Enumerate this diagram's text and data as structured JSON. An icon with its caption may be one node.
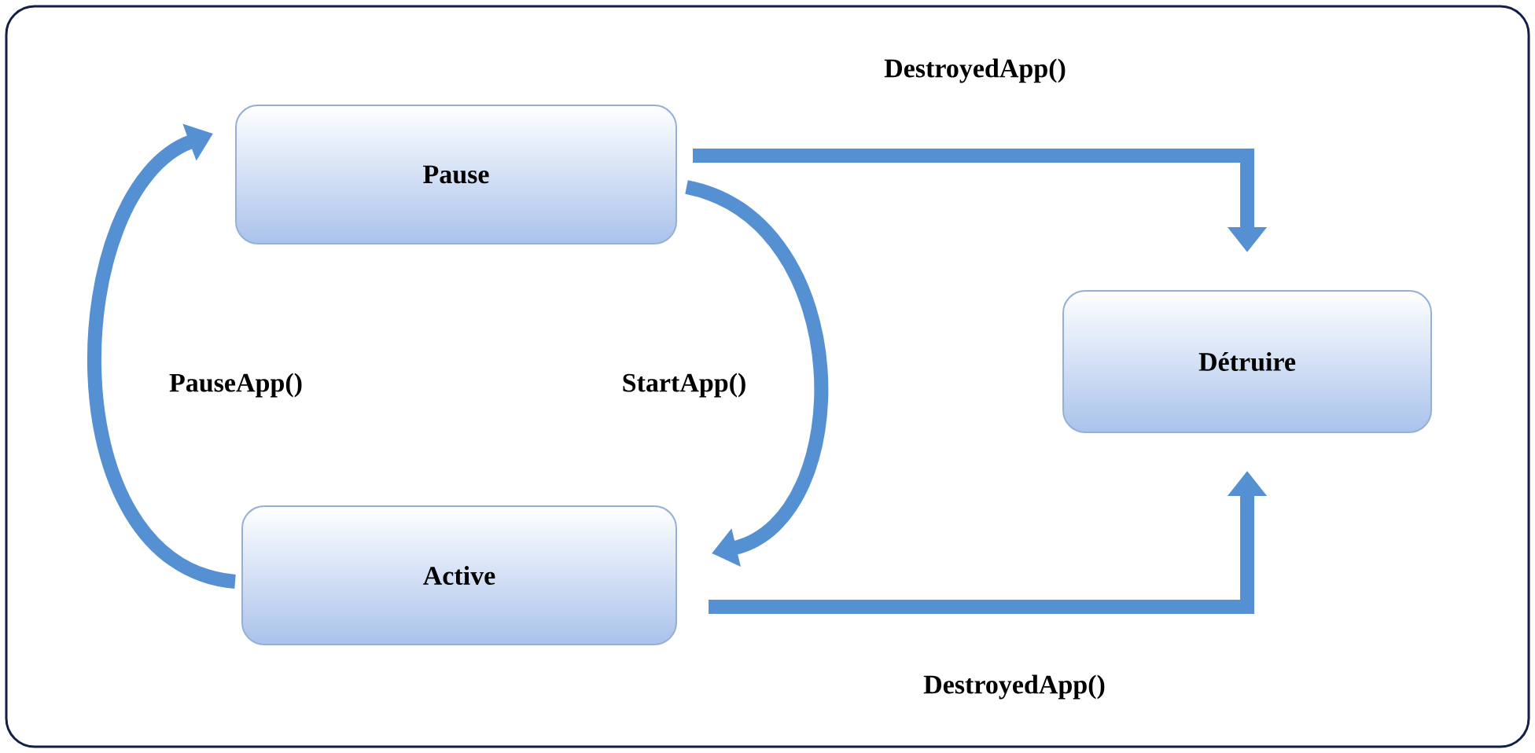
{
  "diagram": {
    "nodes": [
      {
        "text": [
          "Pause"
        ]
      },
      {
        "text": [
          "Active"
        ]
      },
      {
        "text": [
          "Détruire"
        ]
      }
    ],
    "edges": [
      {
        "from": 0,
        "to": 2,
        "arrow": "to",
        "label": "DestroyedApp()"
      },
      {
        "from": 0,
        "to": 1,
        "arrow": "to",
        "label": "StartApp()"
      },
      {
        "from": 1,
        "to": 0,
        "arrow": "to",
        "label": "PauseApp()"
      },
      {
        "from": 1,
        "to": 2,
        "arrow": "to",
        "label": "DestroyedApp()"
      }
    ]
  }
}
